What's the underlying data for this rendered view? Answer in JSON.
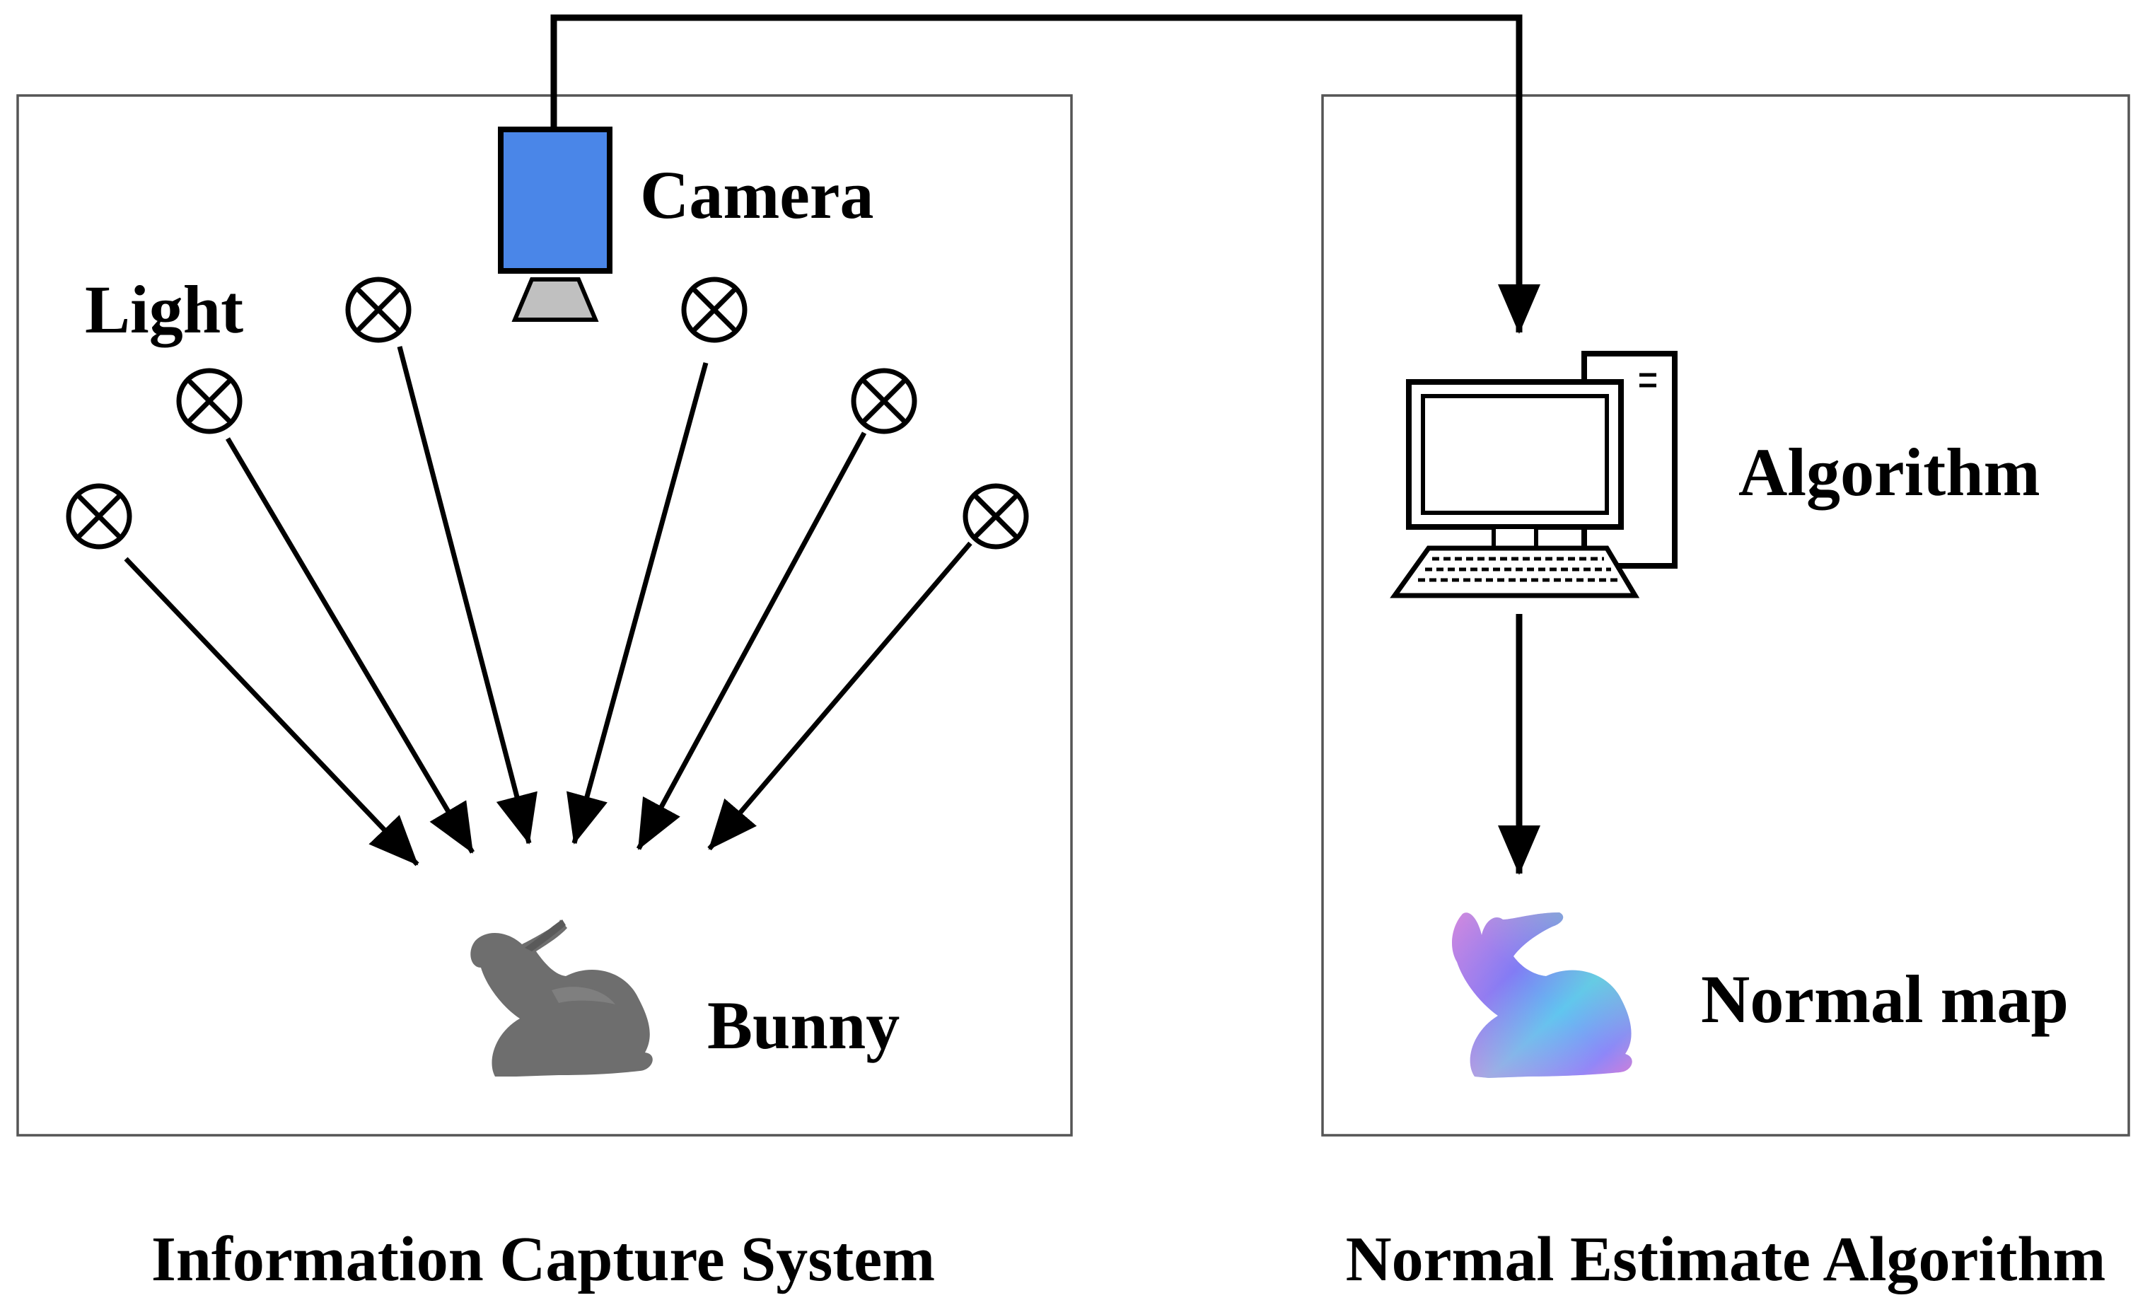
{
  "diagram": {
    "panels": {
      "capture": {
        "caption": "Information Capture System",
        "labels": {
          "camera": "Camera",
          "light": "Light",
          "bunny": "Bunny"
        }
      },
      "algorithm": {
        "caption": "Normal Estimate Algorithm",
        "labels": {
          "algorithm": "Algorithm",
          "normal_map": "Normal map"
        }
      }
    },
    "icons": {
      "camera": "camera-icon",
      "light": "light-source-icon",
      "computer": "desktop-computer-icon",
      "bunny_gray": "stanford-bunny-gray-image",
      "bunny_normal": "stanford-bunny-normal-map-image"
    },
    "colors": {
      "camera_body": "#4a86e8",
      "camera_lens": "#c0c0c0",
      "bunny_gray": "#6e6e6e",
      "panel_border": "#555555"
    }
  }
}
